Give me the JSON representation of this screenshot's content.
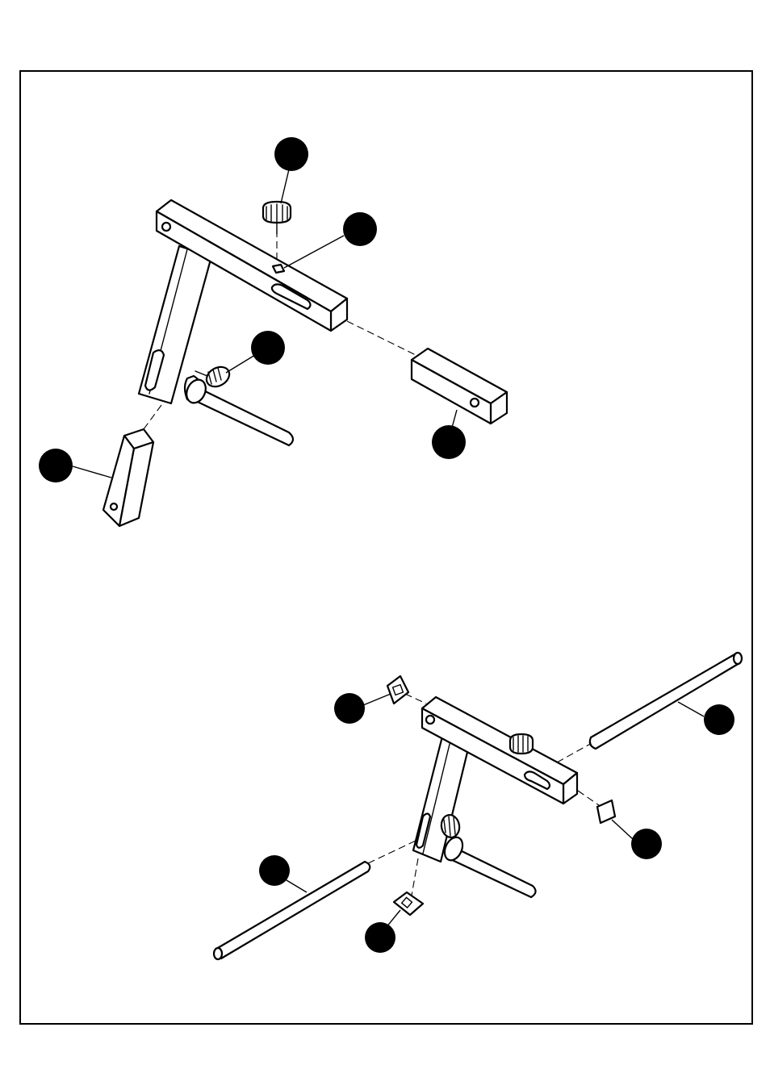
{
  "figure": {
    "background": "#ffffff",
    "ink": "#000000",
    "views": [
      {
        "name": "upper-assembly",
        "parts": [
          "upper-crossbar",
          "upper-upright",
          "upper-knob-top",
          "upper-knob-side",
          "upper-axle-rod",
          "upper-insert-tube-right",
          "upper-insert-tube-lower"
        ],
        "callouts": 5
      },
      {
        "name": "lower-assembly",
        "parts": [
          "lower-crossbar",
          "lower-upright",
          "lower-knob-top",
          "lower-knob-side",
          "lower-axle-rod",
          "lower-long-rod-right",
          "lower-long-rod-left",
          "lower-end-cap-left",
          "lower-end-cap-right",
          "lower-end-cap-bottom"
        ],
        "callouts": 5
      }
    ]
  }
}
